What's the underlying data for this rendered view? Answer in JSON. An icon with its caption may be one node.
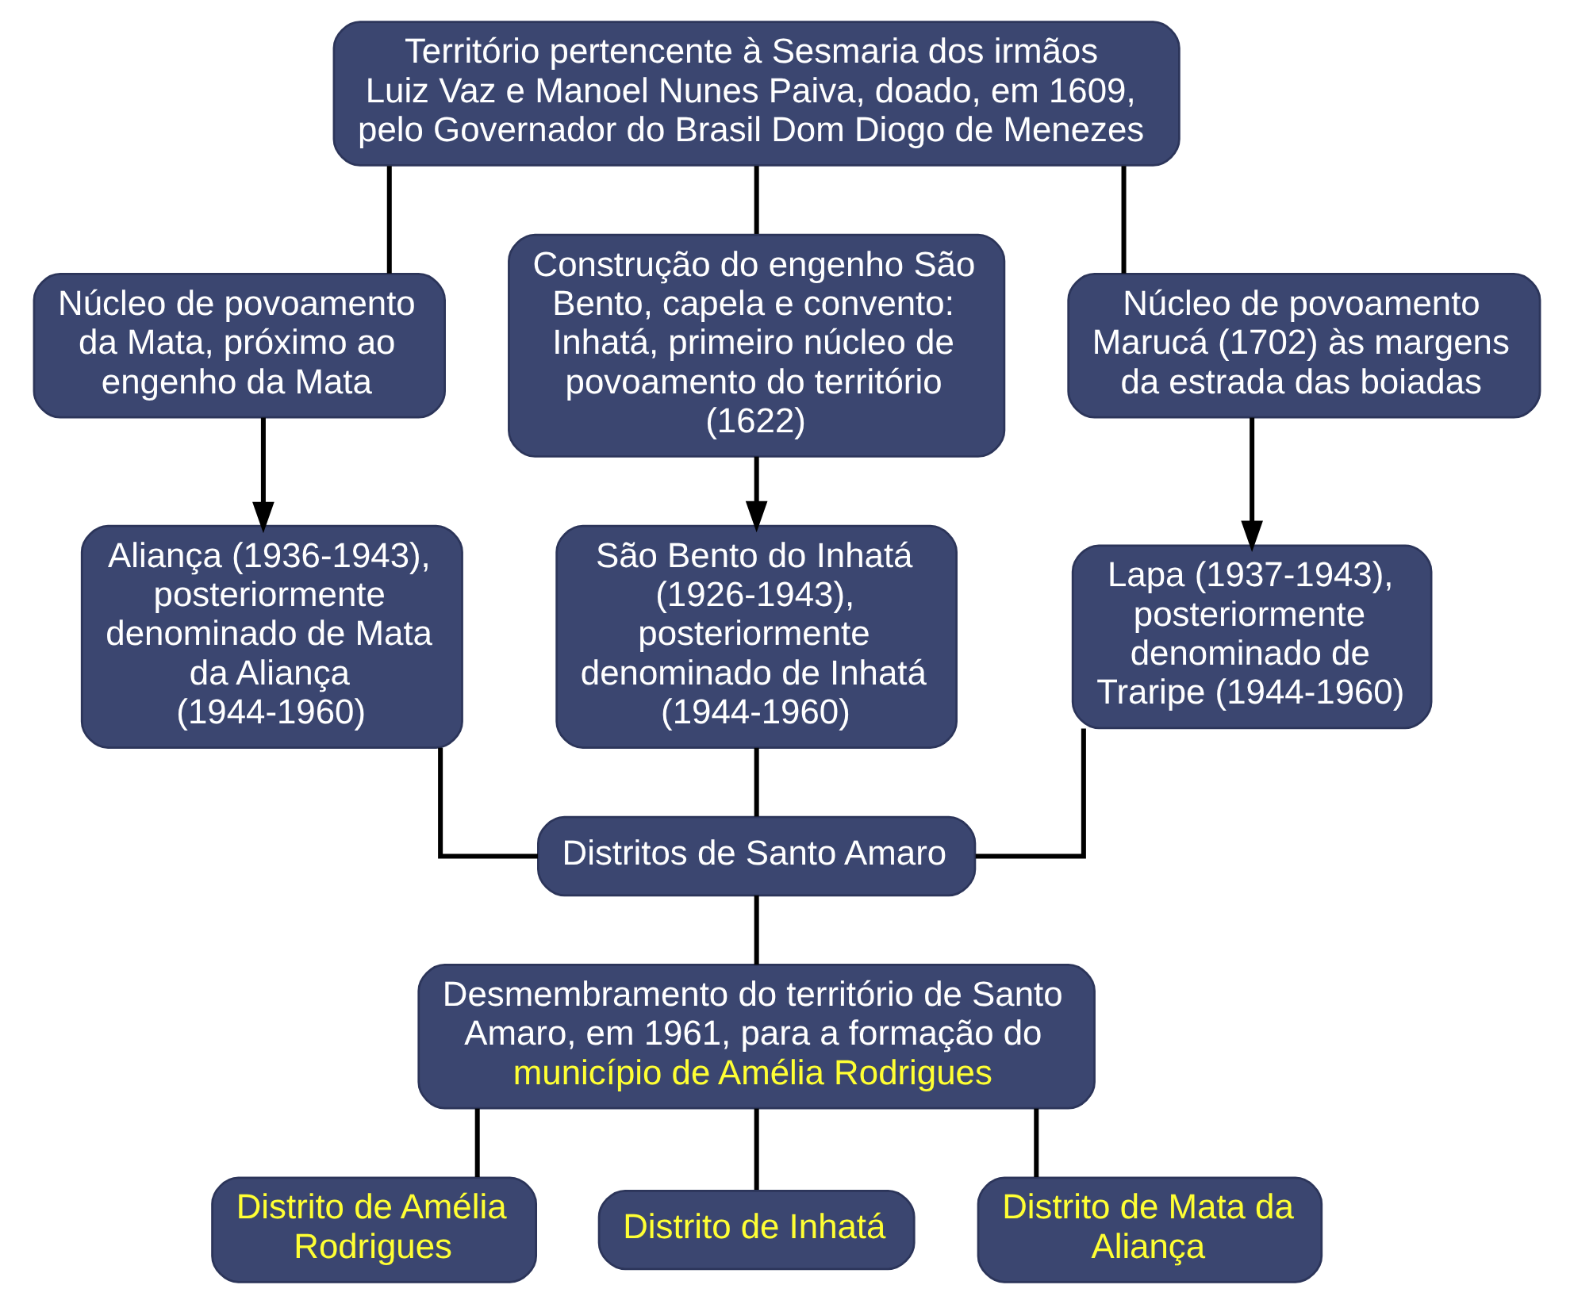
{
  "diagram": {
    "nodes": [
      {
        "text": [
          "Território pertencente à Sesmaria dos irmãos Luiz Vaz e Manoel Nunes Paiva, doado, em 1609, pelo Governador do Brasil Dom Diogo de Menezes"
        ]
      },
      {
        "text": [
          "Núcleo de povoamento da Mata, próximo ao engenho da Mata"
        ]
      },
      {
        "text": [
          "Construção do engenho São Bento, capela e convento: Inhatá, primeiro núcleo de povoamento do território (1622)"
        ]
      },
      {
        "text": [
          "Núcleo de povoamento Marucá (1702) às margens da estrada das boiadas"
        ]
      },
      {
        "text": [
          "Aliança (1936-1943), posteriormente denominado de Mata da Aliança (1944-1960)"
        ]
      },
      {
        "text": [
          "São Bento do Inhatá (1926-1943), posteriormente denominado de Inhatá (1944-1960)"
        ]
      },
      {
        "text": [
          "Lapa (1937-1943), posteriormente denominado de Traripe (1944-1960)"
        ]
      },
      {
        "text": [
          "Distritos de Santo Amaro"
        ]
      },
      {
        "text": [
          "Desmembramento do território de Santo Amaro, em 1961, para a formação do",
          "município de Amélia Rodrigues"
        ]
      },
      {
        "text": [
          "Distrito de Amélia Rodrigues"
        ]
      },
      {
        "text": [
          "Distrito de Inhatá"
        ]
      },
      {
        "text": [
          "Distrito de Mata da Aliança"
        ]
      }
    ],
    "edges": [
      {
        "from": 0,
        "to": 1,
        "arrow": "none"
      },
      {
        "from": 0,
        "to": 2,
        "arrow": "none"
      },
      {
        "from": 0,
        "to": 3,
        "arrow": "none"
      },
      {
        "from": 1,
        "to": 4,
        "arrow": "to"
      },
      {
        "from": 2,
        "to": 5,
        "arrow": "to"
      },
      {
        "from": 3,
        "to": 6,
        "arrow": "to"
      },
      {
        "from": 4,
        "to": 7,
        "arrow": "none"
      },
      {
        "from": 5,
        "to": 7,
        "arrow": "none"
      },
      {
        "from": 6,
        "to": 7,
        "arrow": "none"
      },
      {
        "from": 7,
        "to": 8,
        "arrow": "none"
      },
      {
        "from": 8,
        "to": 9,
        "arrow": "none"
      },
      {
        "from": 8,
        "to": 10,
        "arrow": "none"
      },
      {
        "from": 8,
        "to": 11,
        "arrow": "none"
      }
    ]
  }
}
